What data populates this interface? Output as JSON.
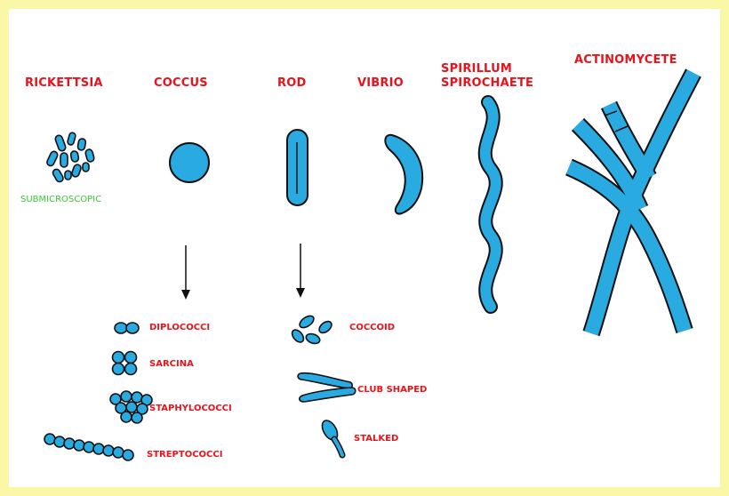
{
  "labels": {
    "rickettsia": "RICKETTSIA",
    "coccus": "COCCUS",
    "rod": "ROD",
    "vibrio": "VIBRIO",
    "spirillum": "SPIRILLUM",
    "spirochaete": "SPIROCHAETE",
    "actinomycete": "ACTINOMYCETE",
    "submicroscopic": "SUBMICROSCOPIC"
  },
  "coccus_types": [
    "DIPLOCOCCI",
    "SARCINA",
    "STAPHYLOCOCCI",
    "STREPTOCOCCI"
  ],
  "rod_types": [
    "COCCOID",
    "CLUB SHAPED",
    "STALKED"
  ],
  "colors": {
    "border": "#faf8a6",
    "label": "#e8131b",
    "note": "#3cc43c",
    "cell_fill": "#29abe2",
    "outline": "#111111"
  }
}
